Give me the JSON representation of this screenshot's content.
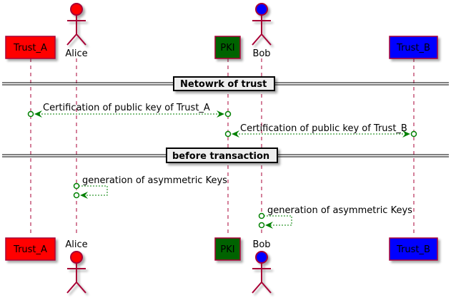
{
  "diagram": {
    "type": "sequence",
    "participants": [
      {
        "id": "trust_a",
        "name": "Trust_A",
        "kind": "participant",
        "fill": "#FF0000"
      },
      {
        "id": "alice",
        "name": "Alice",
        "kind": "actor",
        "fill": "#FF0000"
      },
      {
        "id": "pki",
        "name": "PKI",
        "kind": "participant",
        "fill": "#006400"
      },
      {
        "id": "bob",
        "name": "Bob",
        "kind": "actor",
        "fill": "#0000FF"
      },
      {
        "id": "trust_b",
        "name": "Trust_B",
        "kind": "participant",
        "fill": "#0000FF"
      }
    ],
    "dividers": [
      {
        "label": "Netowrk of trust"
      },
      {
        "label": "before transaction"
      }
    ],
    "messages": [
      {
        "from": "pki",
        "to": "trust_a",
        "label": "Certification of public key of Trust_A",
        "style": "dashed-bidirectional-circle-ends"
      },
      {
        "from": "pki",
        "to": "trust_b",
        "label": "Certification of public key of Trust_B",
        "style": "dashed-bidirectional-circle-ends"
      },
      {
        "from": "alice",
        "to": "alice",
        "label": "generation of asymmetric Keys",
        "style": "dashed-self-circle-ends"
      },
      {
        "from": "bob",
        "to": "bob",
        "label": "generation of asymmetric Keys",
        "style": "dashed-self-circle-ends"
      }
    ],
    "colors": {
      "border": "#A80036",
      "lifeline": "#A80036",
      "arrow": "#008000",
      "divider_fill": "#EEEEEE"
    }
  }
}
